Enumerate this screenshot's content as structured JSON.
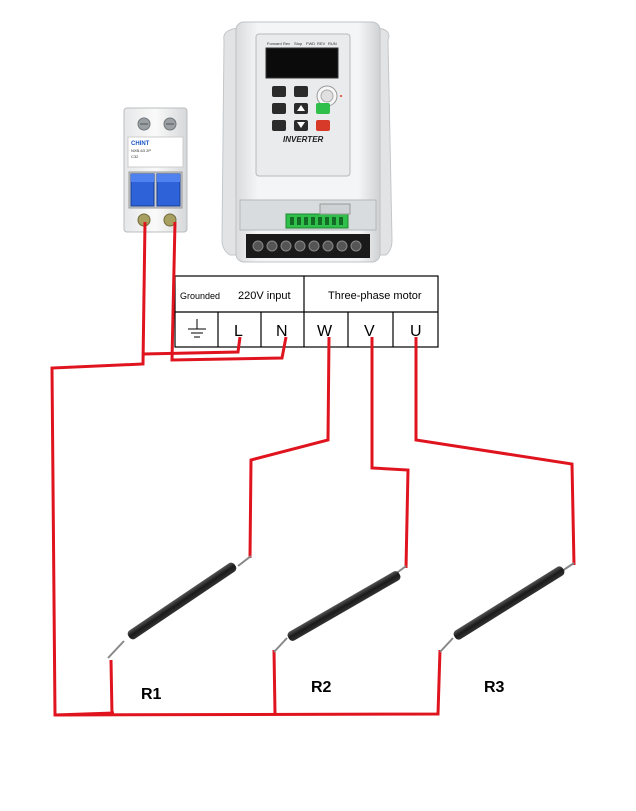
{
  "breaker": {
    "brand": "CHINT",
    "model": "NXB-63 2P",
    "rating": "C32"
  },
  "inverter": {
    "label": "INVERTER",
    "status_indicators": [
      "Forward",
      "Rev",
      "Stop",
      "FWD",
      "REV",
      "RUN"
    ]
  },
  "terminal_block": {
    "grounded_label": "Grounded",
    "input_label": "220V input",
    "motor_label": "Three-phase motor",
    "ground_symbol": "ground-symbol",
    "terminals": [
      "L",
      "N",
      "W",
      "V",
      "U"
    ]
  },
  "resistors": [
    {
      "label": "R1"
    },
    {
      "label": "R2"
    },
    {
      "label": "R3"
    }
  ],
  "colors": {
    "wire": "#e0141e",
    "breaker_toggle": "#2d62d8",
    "inverter_green": "#2fbf4a",
    "inverter_red": "#d83a2a"
  }
}
